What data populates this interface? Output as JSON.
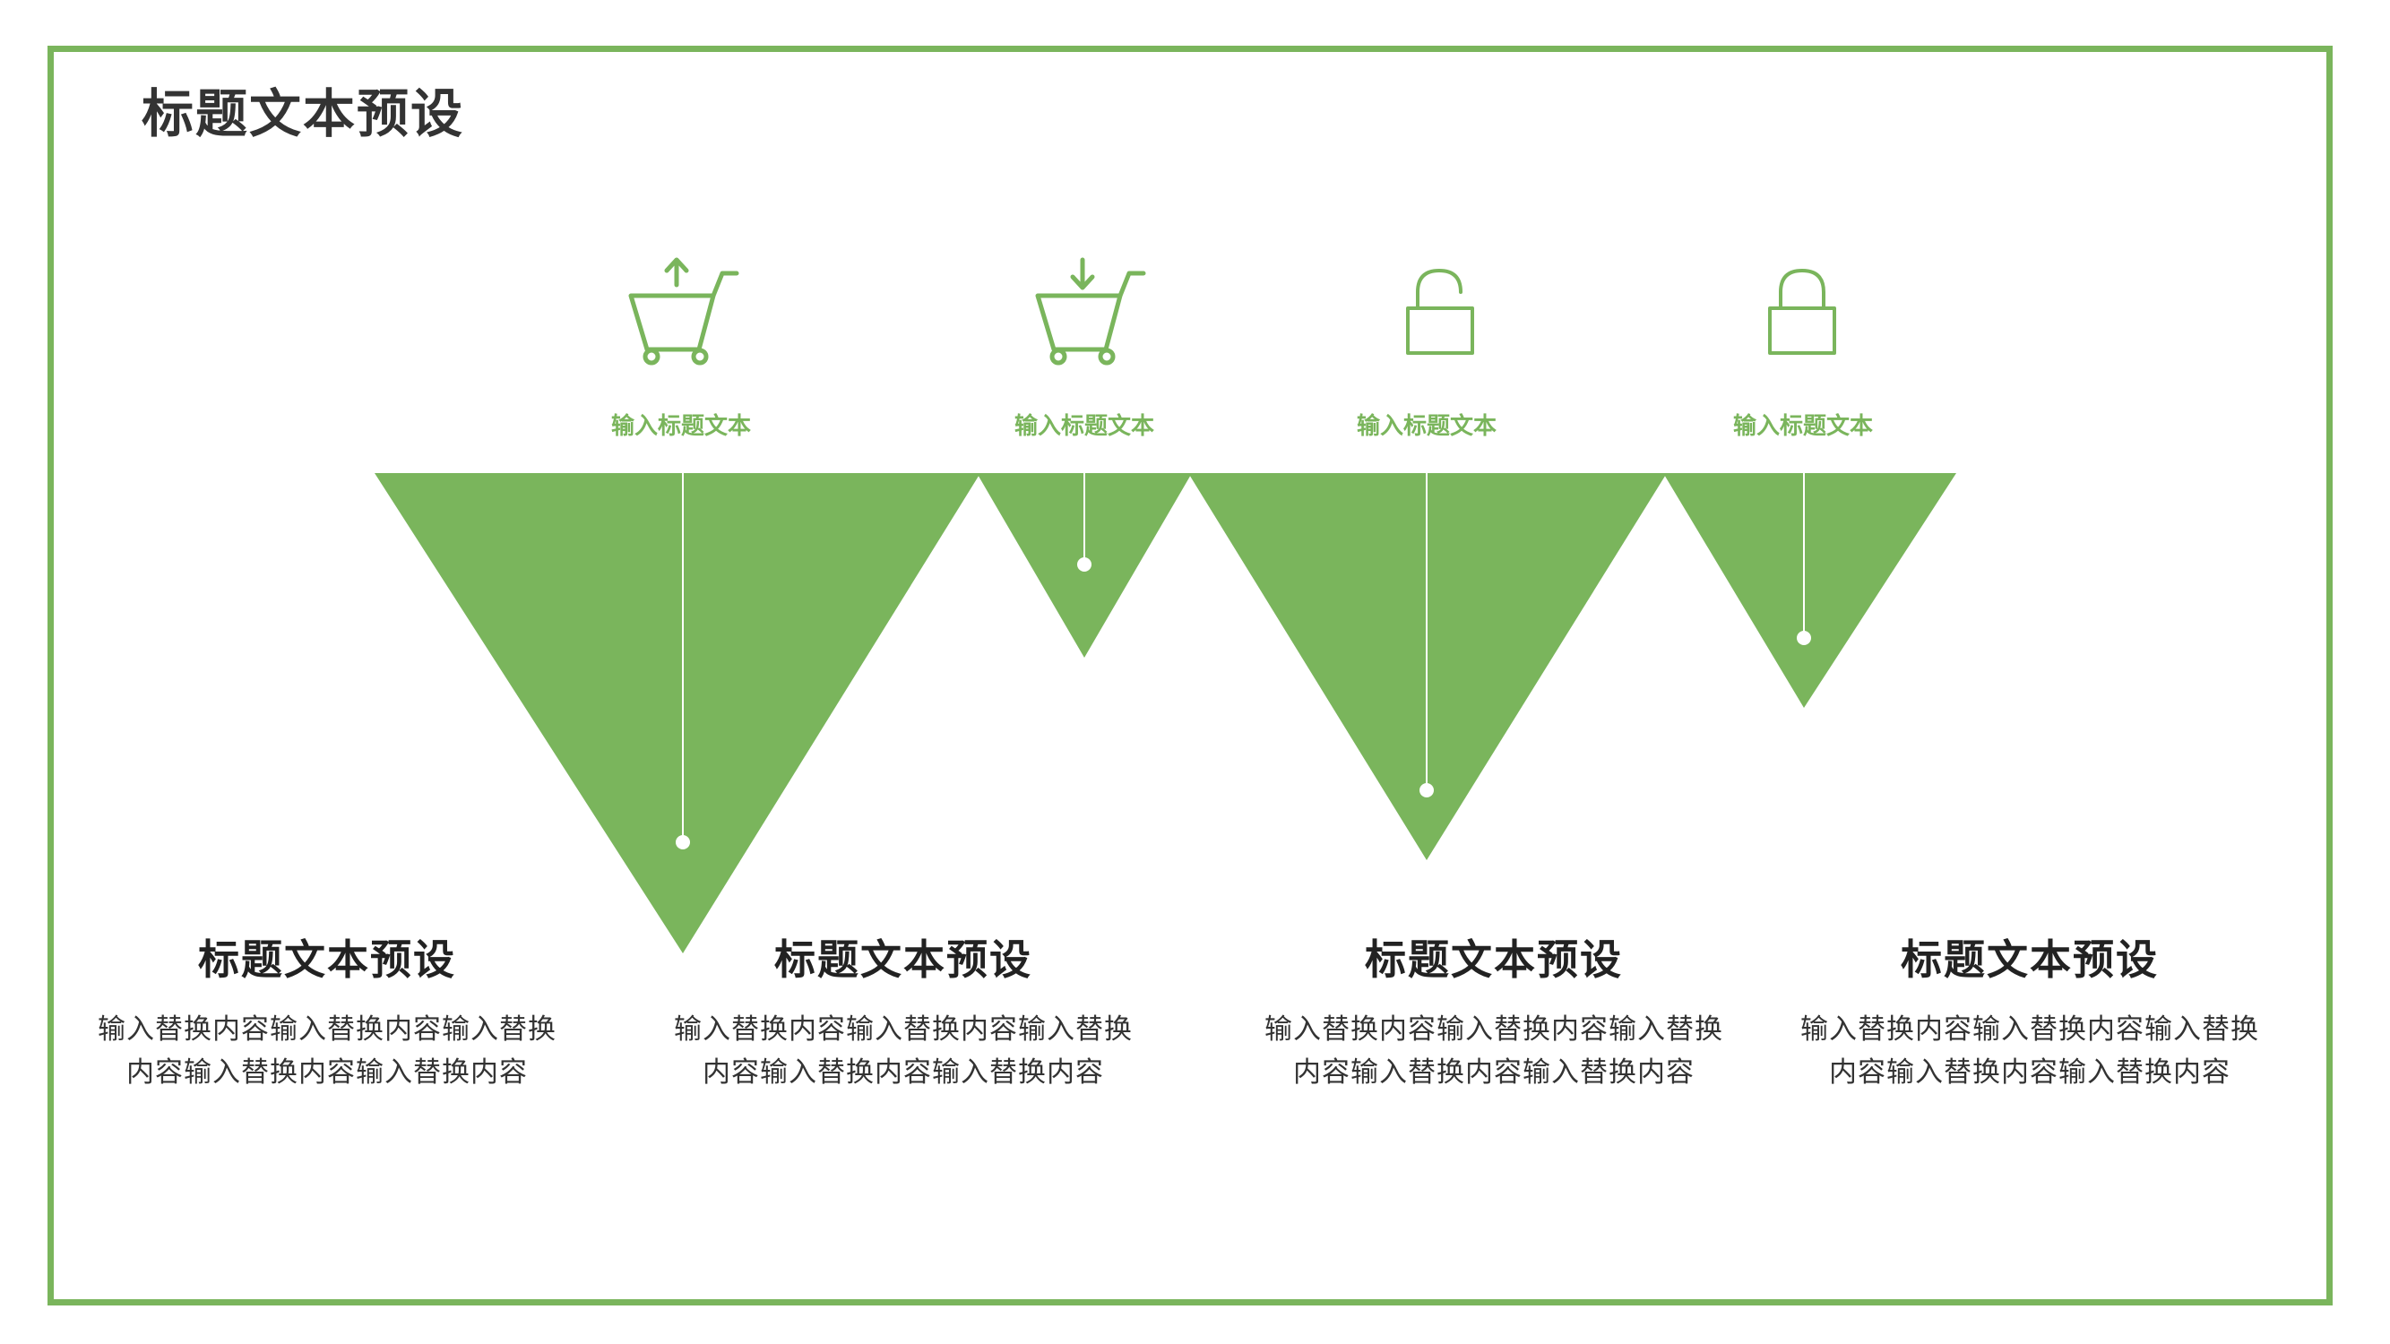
{
  "page": {
    "title": "标题文本预设"
  },
  "colors": {
    "accent": "#7ab55c",
    "frame": "#7ab55c",
    "title": "#333333",
    "text": "#222222"
  },
  "icons": [
    {
      "name": "cart-upload-icon",
      "label": "输入标题文本"
    },
    {
      "name": "cart-download-icon",
      "label": "输入标题文本"
    },
    {
      "name": "unlock-icon",
      "label": "输入标题文本"
    },
    {
      "name": "lock-icon",
      "label": "输入标题文本"
    }
  ],
  "cards": [
    {
      "title": "标题文本预设",
      "body": "输入替换内容输入替换内容输入替换内容输入替换内容输入替换内容"
    },
    {
      "title": "标题文本预设",
      "body": "输入替换内容输入替换内容输入替换内容输入替换内容输入替换内容"
    },
    {
      "title": "标题文本预设",
      "body": "输入替换内容输入替换内容输入替换内容输入替换内容输入替换内容"
    },
    {
      "title": "标题文本预设",
      "body": "输入替换内容输入替换内容输入替换内容输入替换内容输入替换内容"
    }
  ]
}
